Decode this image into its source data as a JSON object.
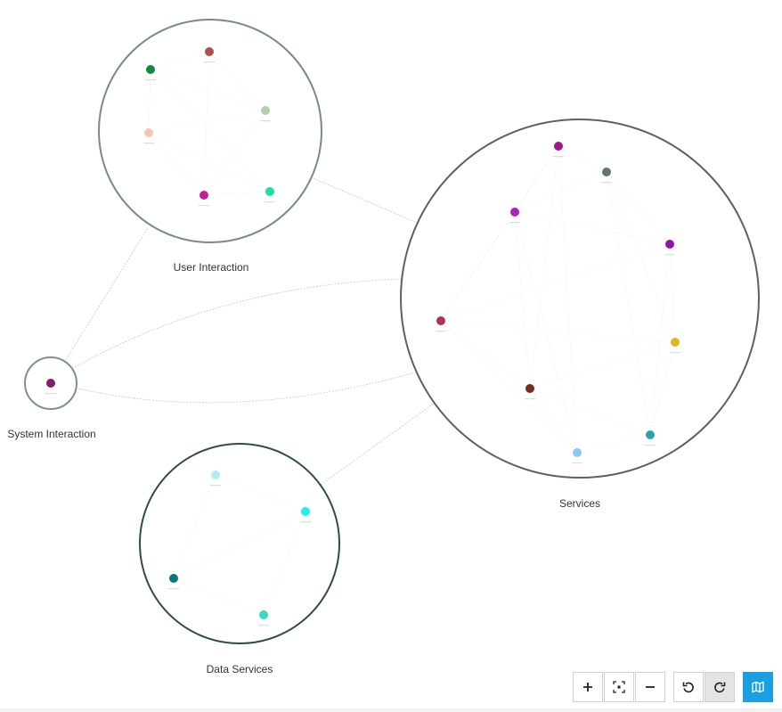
{
  "groups": [
    {
      "id": "user-interaction",
      "label": "User Interaction",
      "stroke": "#788994"
    },
    {
      "id": "services",
      "label": "Services",
      "stroke": "#606060"
    },
    {
      "id": "system-interaction",
      "label": "System Interaction",
      "stroke": "#809090"
    },
    {
      "id": "data-services",
      "label": "Data Services",
      "stroke": "#2f4a50"
    }
  ],
  "nodes": {
    "user-interaction": [
      "#a85252",
      "#0f8a3f",
      "#b5cfa8",
      "#f2c7b0",
      "#c41e96",
      "#19e0a3"
    ],
    "services": [
      "#a3148e",
      "#5e7a6a",
      "#b01ec4",
      "#8f14aa",
      "#a8345e",
      "#e3b624",
      "#7a2a18",
      "#2aa3a8",
      "#8cc8f0"
    ],
    "system-interaction": [
      "#8a1a6a"
    ],
    "data-services": [
      "#b2ecf2",
      "#1ef0f0",
      "#0a7a78",
      "#3cd8c0"
    ]
  },
  "colors": {
    "edge": "#c8c8c8",
    "inner_edge": "#eeeeee",
    "accent": "#1a9fe3"
  },
  "toolbar": {
    "buttons": [
      {
        "id": "zoom-in",
        "icon": "plus-icon",
        "state": "normal"
      },
      {
        "id": "fit-view",
        "icon": "focus-icon",
        "state": "normal"
      },
      {
        "id": "zoom-out",
        "icon": "minus-icon",
        "state": "normal"
      },
      {
        "id": "undo",
        "icon": "undo-icon",
        "state": "normal"
      },
      {
        "id": "redo",
        "icon": "redo-icon",
        "state": "active"
      },
      {
        "id": "minimap",
        "icon": "map-icon",
        "state": "primary"
      }
    ]
  }
}
